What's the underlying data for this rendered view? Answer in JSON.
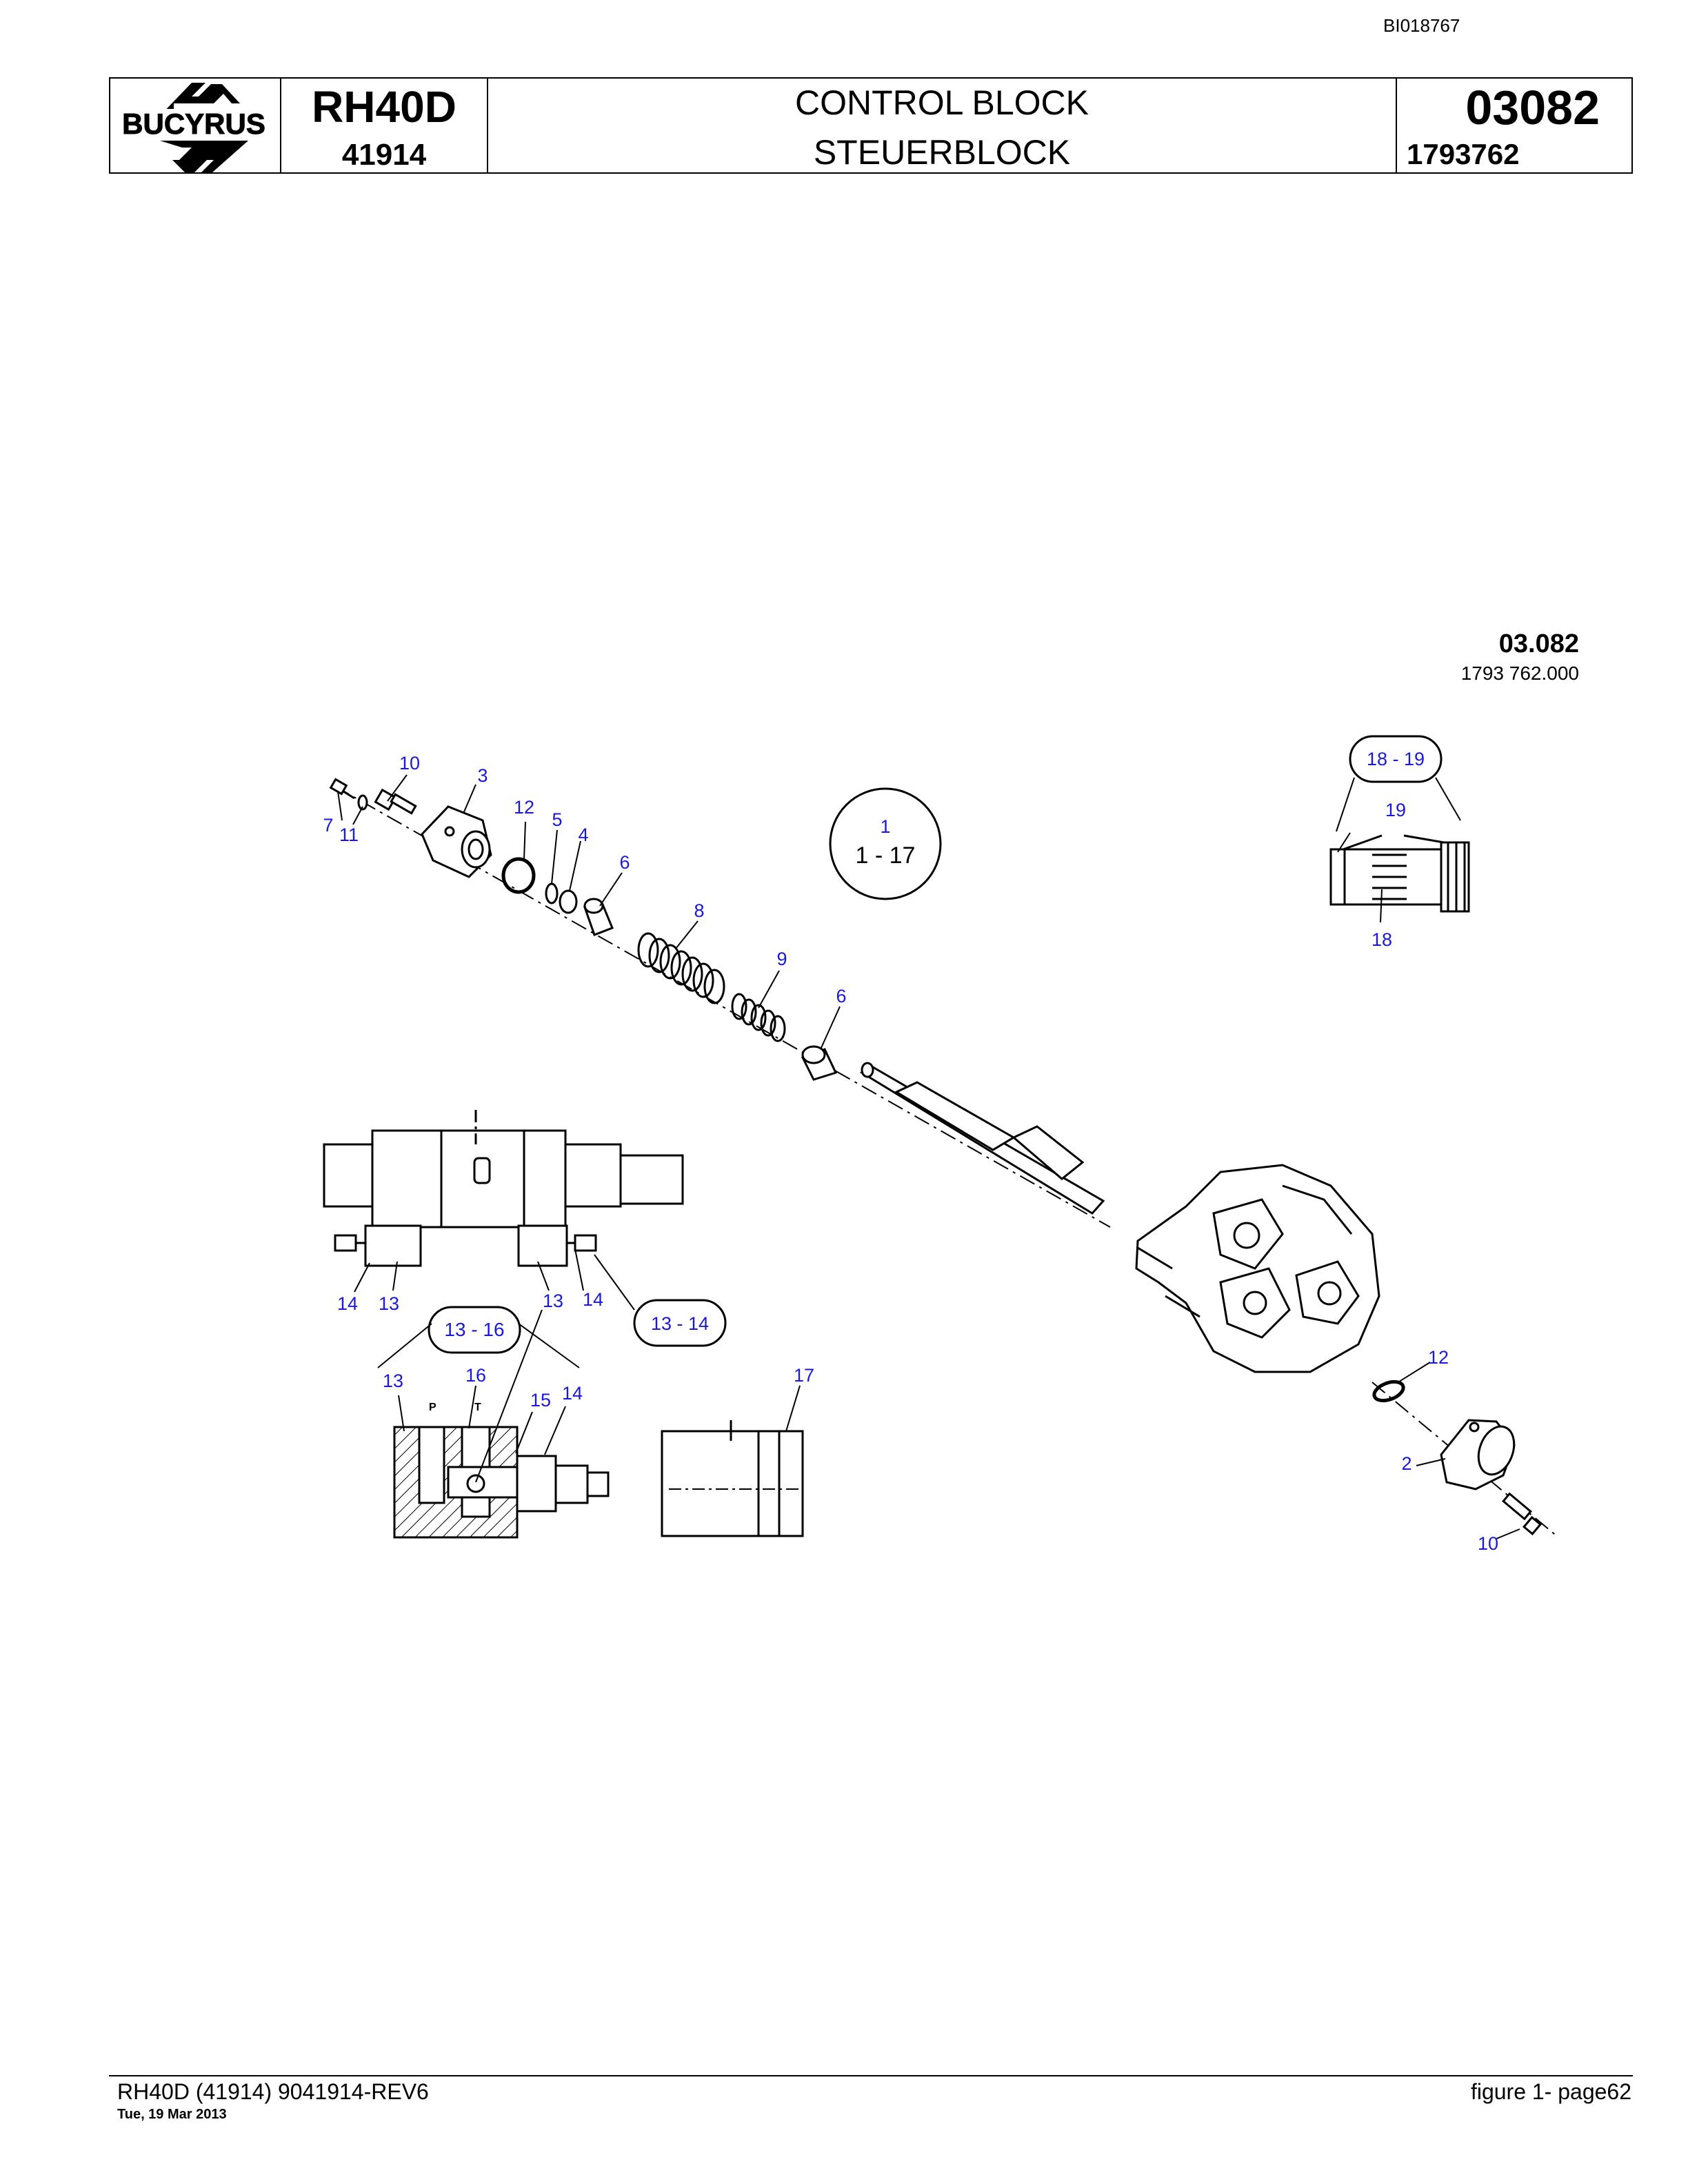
{
  "doc_id": "BI018767",
  "header": {
    "brand": "BUCYRUS",
    "model": "RH40D",
    "serial": "41914",
    "title_en": "CONTROL BLOCK",
    "title_de": "STEUERBLOCK",
    "group_number": "03082",
    "part_number": "1793762"
  },
  "drawing": {
    "ref_group": "03.082",
    "ref_part": "1793 762.000",
    "callouts": {
      "c1": "1",
      "c2": "2",
      "c3": "3",
      "c4": "4",
      "c5": "5",
      "c6a": "6",
      "c6b": "6",
      "c7": "7",
      "c8": "8",
      "c9": "9",
      "c10a": "10",
      "c10b": "10",
      "c11": "11",
      "c12a": "12",
      "c12b": "12",
      "c13a": "13",
      "c13b": "13",
      "c13c": "13",
      "c14a": "14",
      "c14b": "14",
      "c14c": "14",
      "c15": "15",
      "c16": "16",
      "c17": "17",
      "c18": "18",
      "c19": "19"
    },
    "groups": {
      "g1": "1 - 17",
      "g13_16": "13 - 16",
      "g13_14": "13 - 14",
      "g18_19": "18 - 19"
    },
    "port_p": "P",
    "port_t": "T"
  },
  "footer": {
    "left": "RH40D (41914) 9041914-REV6",
    "date": "Tue, 19 Mar 2013",
    "right": "figure  1- page62"
  },
  "colors": {
    "callout": "#1a1ad6",
    "line": "#000000"
  }
}
